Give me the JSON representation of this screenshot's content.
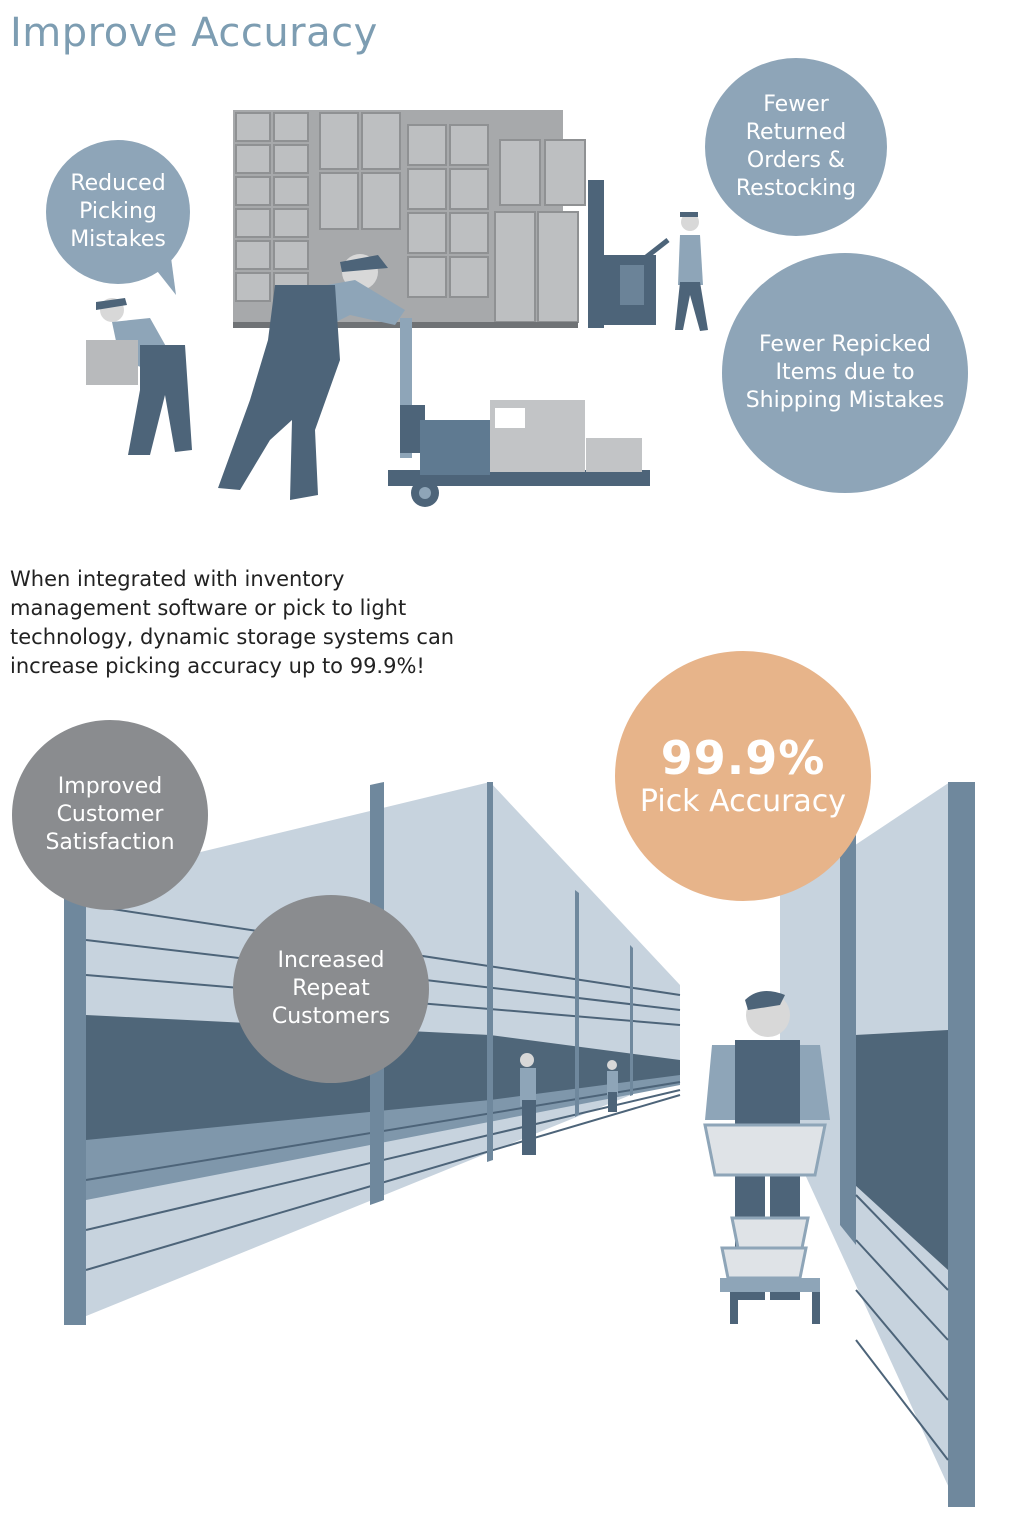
{
  "title": "Improve Accuracy",
  "bubbles": {
    "reduced_picking": "Reduced\nPicking\nMistakes",
    "fewer_returned": "Fewer\nReturned\nOrders &\nRestocking",
    "fewer_repicked": "Fewer Repicked\nItems due to\nShipping Mistakes",
    "improved_satisfaction": "Improved\nCustomer\nSatisfaction",
    "increased_repeat": "Increased\nRepeat\nCustomers"
  },
  "accuracy": {
    "value": "99.9%",
    "label": "Pick Accuracy"
  },
  "intro_text": "When integrated with inventory\nmanagement software or pick to light\ntechnology, dynamic storage systems can\nincrease picking accuracy up to 99.9%!",
  "colors": {
    "accent_blue": "#7d9db2",
    "bubble_blue": "#8ea5b8",
    "bubble_grey": "#8a8c8f",
    "bubble_orange": "#e7b48a",
    "worker_dark": "#4d6479",
    "shelf_light": "#c5d2dd"
  }
}
